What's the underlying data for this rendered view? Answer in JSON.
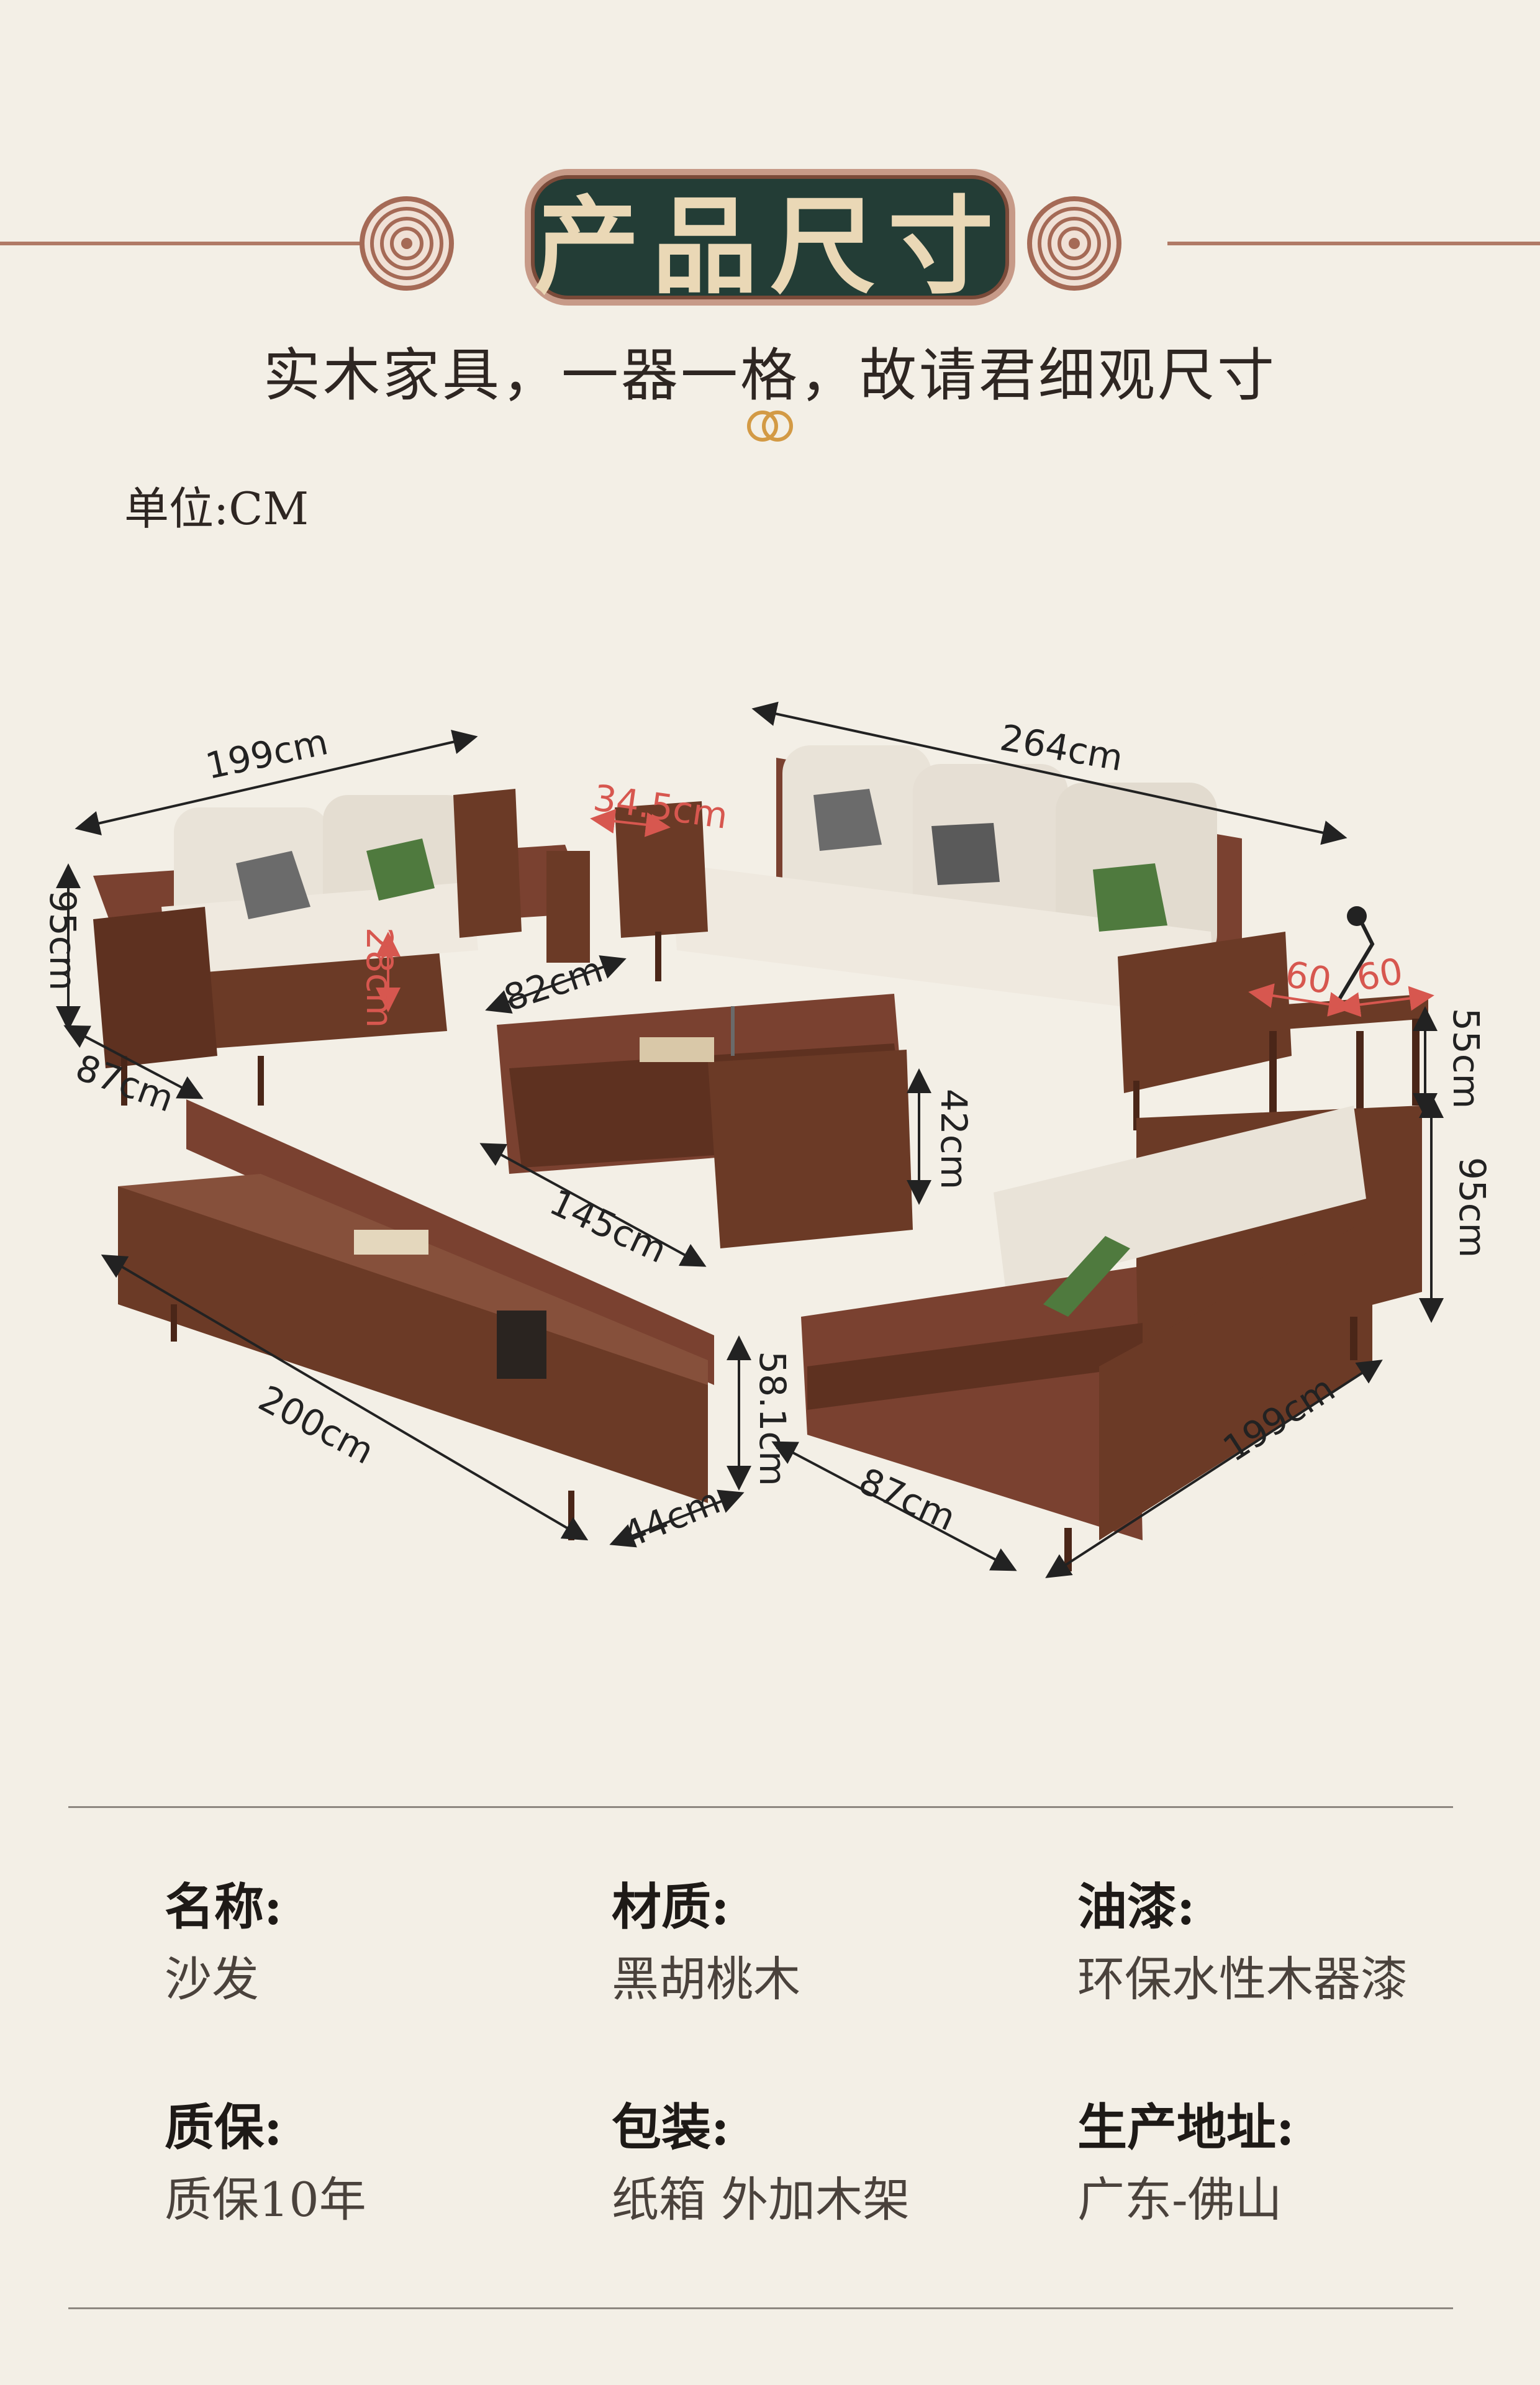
{
  "header": {
    "title": "产品尺寸",
    "subtitle": "实木家具，一器一格，故请君细观尺寸",
    "unit": "单位:CM"
  },
  "dimensions": {
    "loveseat_width": "199cm",
    "loveseat_height": "95cm",
    "loveseat_depth": "87cm",
    "loveseat_seat": "28cm",
    "side_table": "34.5cm",
    "three_seat_width": "264cm",
    "corner_table_a": "60",
    "corner_table_b": "60",
    "corner_table_height": "55cm",
    "coffee_table_depth": "82cm",
    "coffee_table_width": "145cm",
    "coffee_table_height": "42cm",
    "tv_cabinet_width": "200cm",
    "tv_cabinet_depth": "44cm",
    "tv_cabinet_height": "58.1cm",
    "chaise_depth": "87cm",
    "chaise_width": "199cm",
    "chaise_height": "95cm"
  },
  "specs": [
    {
      "label": "名称:",
      "value": "沙发"
    },
    {
      "label": "材质:",
      "value": "黑胡桃木"
    },
    {
      "label": "油漆:",
      "value": "环保水性木器漆"
    },
    {
      "label": "质保:",
      "value": "质保10年"
    },
    {
      "label": "包装:",
      "value": "纸箱 外加木架"
    },
    {
      "label": "生产地址:",
      "value": "广东-佛山"
    }
  ],
  "colors": {
    "background": "#f3efe6",
    "badge": "#233d36",
    "accent": "#c79a88",
    "wood": "#6b3a26",
    "cushion": "#e9e3d8"
  }
}
